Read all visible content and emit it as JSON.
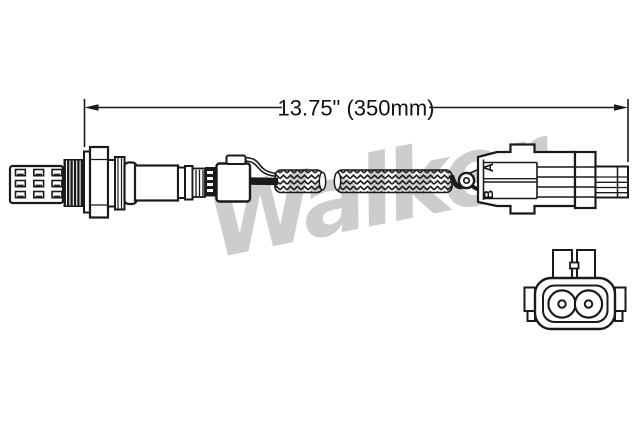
{
  "title": "Oxygen sensor line drawing",
  "dimension": {
    "label": "13.75\" (350mm)"
  },
  "connector": {
    "pin_a": "A",
    "pin_b": "B"
  },
  "watermark": {
    "text": "Walker"
  },
  "colors": {
    "background": "#ffffff",
    "line": "#1a1a1a",
    "dimension_text": "#111111",
    "watermark": "#cdcdcd",
    "fill_white": "#ffffff"
  }
}
